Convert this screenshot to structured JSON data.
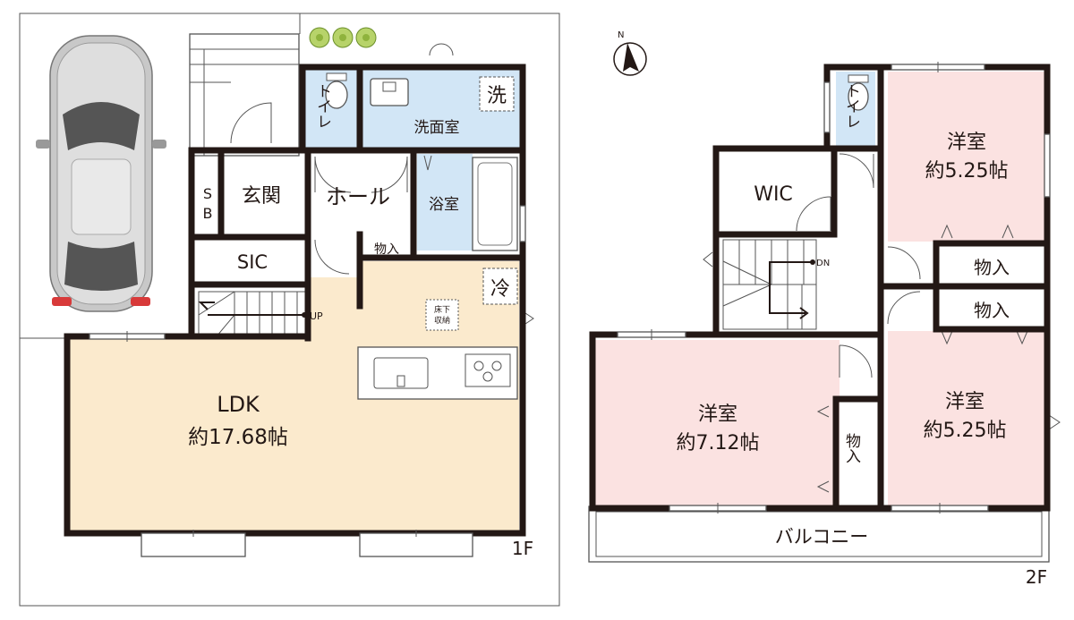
{
  "floor1": {
    "label": "1F",
    "rooms": {
      "ldk_name": "LDK",
      "ldk_size": "約17.68帖",
      "genkan": "玄関",
      "hall": "ホール",
      "sic": "SIC",
      "sb_top": "S",
      "sb_bottom": "B",
      "toilet": "トイレ",
      "senmen": "洗面室",
      "yokushitsu": "浴室",
      "monoire": "物入",
      "yukashita_top": "床下",
      "yukashita_bottom": "収納"
    },
    "marks": {
      "wash": "洗",
      "fridge": "冷",
      "up": "UP"
    }
  },
  "floor2": {
    "label": "2F",
    "rooms": {
      "wic": "WIC",
      "toilet": "トイレ",
      "bed_ne_name": "洋室",
      "bed_ne_size": "約5.25帖",
      "bed_se_name": "洋室",
      "bed_se_size": "約5.25帖",
      "bed_w_name": "洋室",
      "bed_w_size": "約7.12帖",
      "monoire_1": "物入",
      "monoire_2": "物入",
      "monoire_v": "物入",
      "balcony": "バルコニー"
    },
    "marks": {
      "dn": "DN"
    }
  },
  "compass": {
    "north": "N"
  },
  "colors": {
    "ldk": "#fbeacd",
    "water": "#d2e6f6",
    "bedroom": "#fbe2e1",
    "wall": "#231815"
  }
}
